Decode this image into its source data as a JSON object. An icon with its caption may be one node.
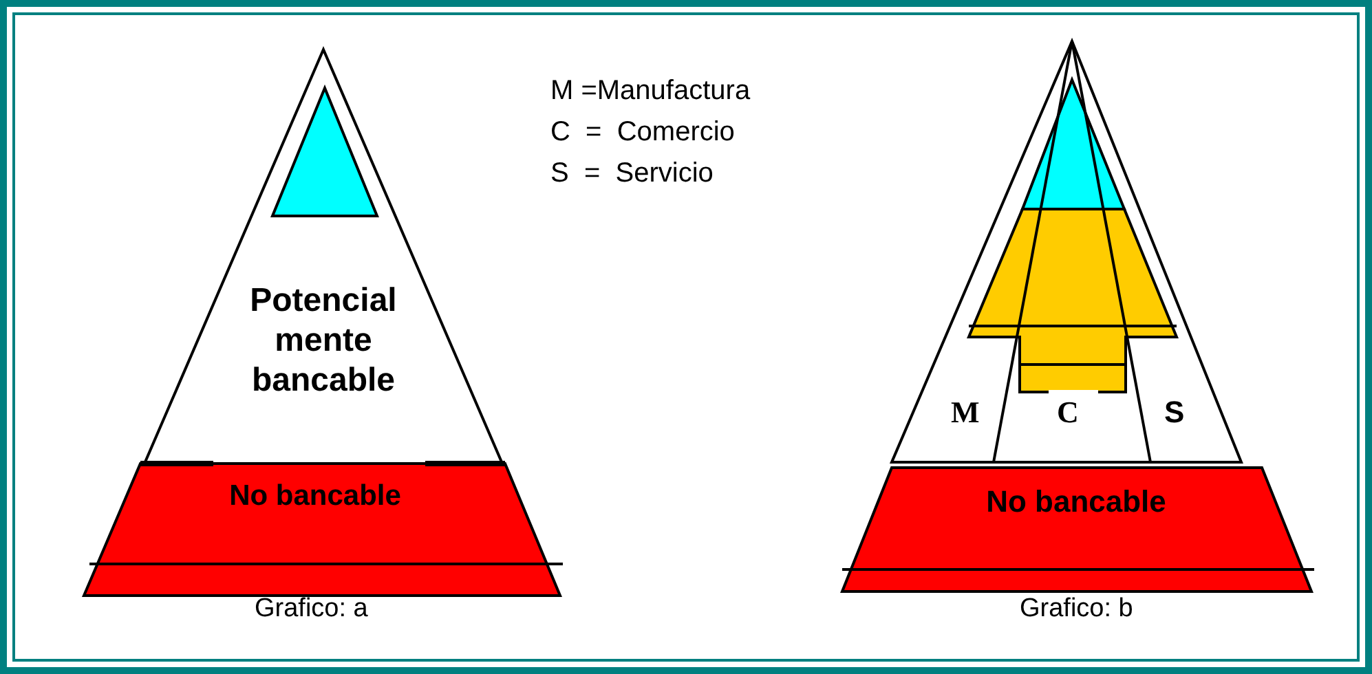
{
  "diagram": {
    "nodes": [
      {
        "text": [
          "Potencial mente bancable"
        ]
      },
      {
        "text": [],
        "shape": "triangle",
        "in": 0
      },
      {
        "text": [
          "No bancable"
        ]
      },
      {
        "text": [
          "No bancable"
        ]
      }
    ],
    "labels": [
      "M =Manufactura",
      "C  =  Comercio",
      "S  =  Servicio",
      "M",
      "C",
      "S",
      "Grafico: a",
      "Grafico: b"
    ]
  }
}
